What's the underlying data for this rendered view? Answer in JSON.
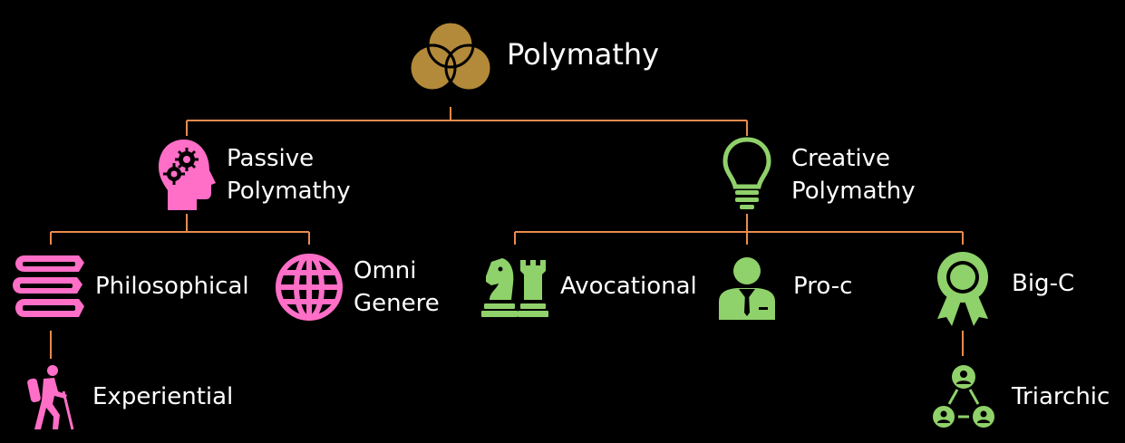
{
  "colors": {
    "background": "#000000",
    "connector": "#e98b4e",
    "root_icon": "#b3893a",
    "passive": "#ff6ec7",
    "creative": "#8fd16a",
    "text": "#ffffff"
  },
  "root": {
    "label": "Polymathy",
    "icon": "venn-circles-icon"
  },
  "passive": {
    "line1": "Passive",
    "line2": "Polymathy",
    "icon": "head-gears-icon",
    "children": {
      "philosophical": {
        "label": "Philosophical",
        "icon": "books-icon"
      },
      "omni": {
        "line1": "Omni",
        "line2": "Genere",
        "icon": "globe-icon"
      },
      "experiential": {
        "label": "Experiential",
        "icon": "hiker-icon"
      }
    }
  },
  "creative": {
    "line1": "Creative",
    "line2": "Polymathy",
    "icon": "lightbulb-icon",
    "children": {
      "avocational": {
        "label": "Avocational",
        "icon": "chess-pieces-icon"
      },
      "proc": {
        "label": "Pro-c",
        "icon": "businessman-icon"
      },
      "bigc": {
        "label": "Big-C",
        "icon": "award-ribbon-icon"
      },
      "triarchic": {
        "label": "Triarchic",
        "icon": "people-network-icon"
      }
    }
  }
}
